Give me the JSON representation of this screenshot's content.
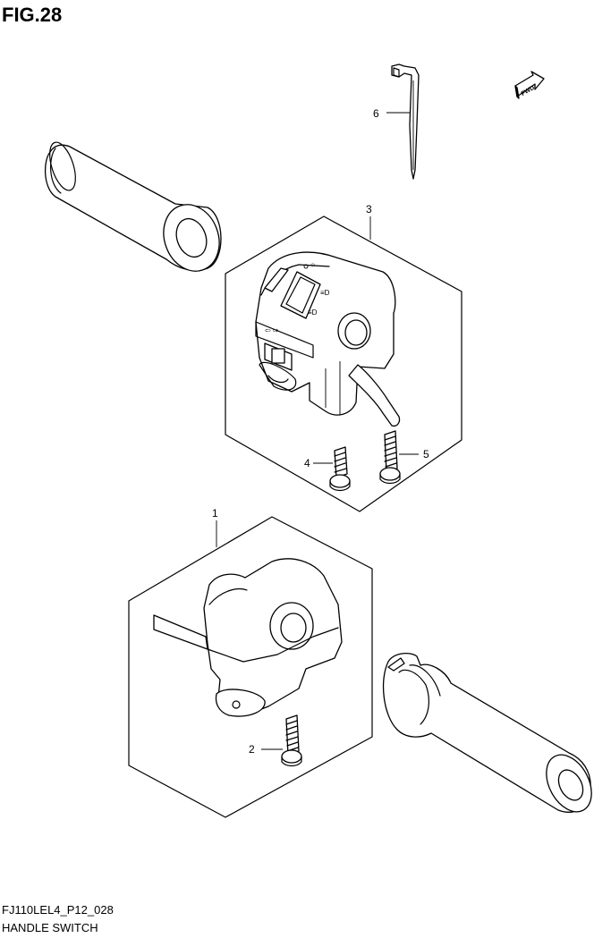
{
  "figure": {
    "title": "FIG.28",
    "code": "FJ110LEL4_P12_028",
    "name": "HANDLE SWITCH",
    "fwd_label": "FWD"
  },
  "callouts": [
    {
      "id": "callout-1",
      "label": "1",
      "part": "left-handle-switch"
    },
    {
      "id": "callout-2",
      "label": "2",
      "part": "screw-left"
    },
    {
      "id": "callout-3",
      "label": "3",
      "part": "right-handle-switch"
    },
    {
      "id": "callout-4",
      "label": "4",
      "part": "screw-short"
    },
    {
      "id": "callout-5",
      "label": "5",
      "part": "screw-long"
    },
    {
      "id": "callout-6",
      "label": "6",
      "part": "cable-tie"
    }
  ]
}
